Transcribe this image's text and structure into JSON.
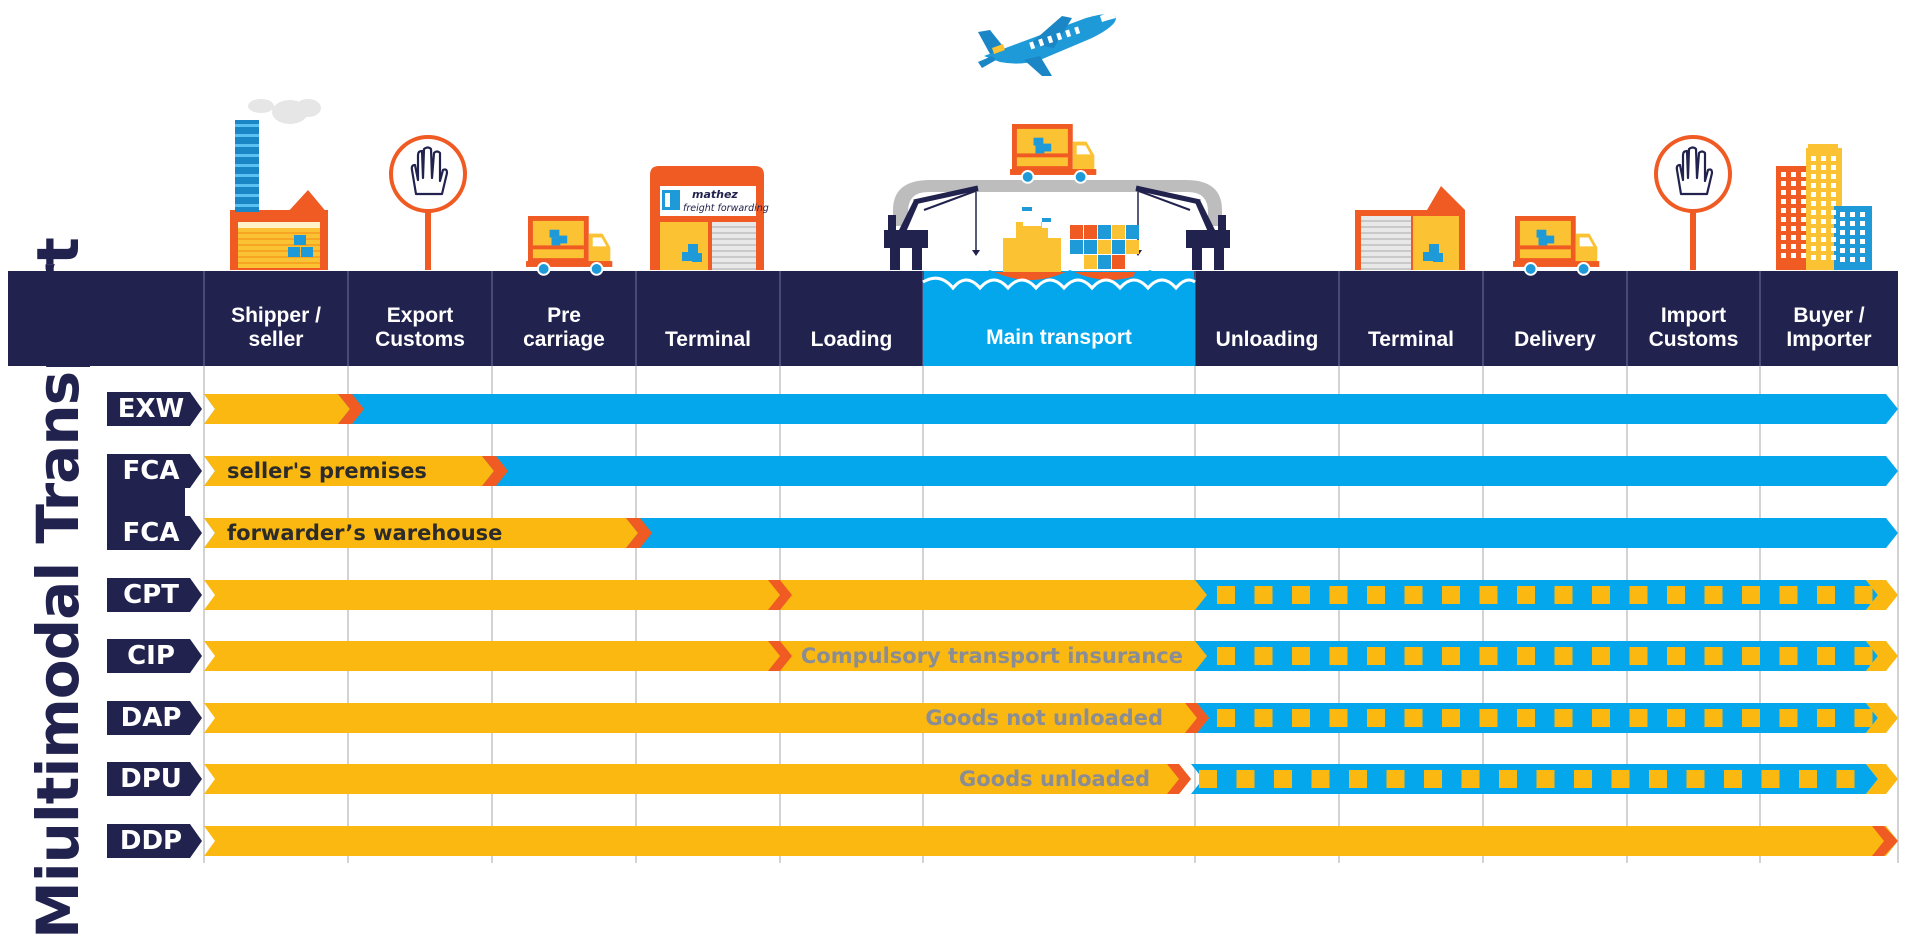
{
  "title": "Miultimodal Transport",
  "colors": {
    "navy": "#22224e",
    "seller": "#fbb811",
    "buyer": "#04a7ec",
    "transfer": "#f05a23",
    "note_dark": "#2b2b2b",
    "note_grey": "#8a8d94"
  },
  "stages": [
    {
      "label": "Shipper /\nseller",
      "icon": "factory-icon"
    },
    {
      "label": "Export\nCustoms",
      "icon": "stop-hand-sign-icon"
    },
    {
      "label": "Pre\ncarriage",
      "icon": "truck-icon"
    },
    {
      "label": "Terminal",
      "icon": "warehouse-icon"
    },
    {
      "label": "Loading",
      "icon": "port-crane-icon"
    },
    {
      "label": "Main transport",
      "icon": "cargo-ship-icon"
    },
    {
      "label": "Unloading",
      "icon": "port-crane-icon"
    },
    {
      "label": "Terminal",
      "icon": "warehouse-icon"
    },
    {
      "label": "Delivery",
      "icon": "truck-icon"
    },
    {
      "label": "Import\nCustoms",
      "icon": "stop-hand-sign-icon"
    },
    {
      "label": "Buyer /\nImporter",
      "icon": "city-buildings-icon"
    }
  ],
  "main_transport_icons": [
    "airplane-icon",
    "truck-icon",
    "cargo-ship-icon",
    "bridge-icon"
  ],
  "warehouse_sign": {
    "line1": "mathez",
    "line2": "freight forwarding"
  },
  "rules": [
    {
      "code": "EXW",
      "seller_until": 1,
      "insured_from": null,
      "note": "",
      "note_style": "dark"
    },
    {
      "code": "FCA",
      "seller_until": 2,
      "insured_from": null,
      "note": "seller's premises",
      "note_style": "dark"
    },
    {
      "code": "FCA",
      "seller_until": 3,
      "insured_from": null,
      "note": "forwarder’s warehouse",
      "note_style": "dark"
    },
    {
      "code": "CPT",
      "seller_until": 4,
      "insured_from": 6,
      "note": "",
      "note_style": "grey"
    },
    {
      "code": "CIP",
      "seller_until": 4,
      "insured_from": 6,
      "note": "Compulsory transport insurance",
      "note_style": "grey"
    },
    {
      "code": "DAP",
      "seller_until": 6,
      "insured_from": 6,
      "note": "Goods not unloaded",
      "note_style": "grey"
    },
    {
      "code": "DPU",
      "seller_until": 6,
      "insured_from": 6,
      "note": "Goods unloaded",
      "note_style": "grey"
    },
    {
      "code": "DDP",
      "seller_until": 11,
      "insured_from": null,
      "note": "",
      "note_style": "grey"
    }
  ]
}
